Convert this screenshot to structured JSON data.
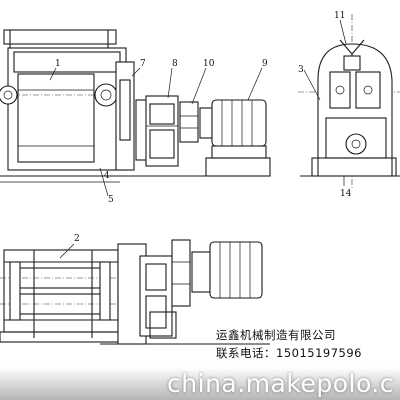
{
  "diagram": {
    "part_numbers": [
      "1",
      "7",
      "8",
      "10",
      "9",
      "4",
      "5",
      "11",
      "3",
      "14",
      "2"
    ]
  },
  "company": {
    "name": "运鑫机械制造有限公司",
    "phone_line": "联系电话：15015197596"
  },
  "watermark": {
    "text": "china.makepolo.c"
  }
}
